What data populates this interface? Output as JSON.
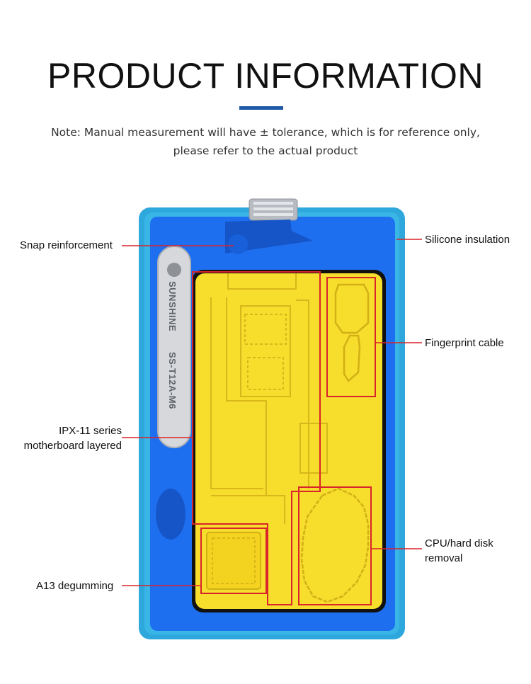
{
  "header": {
    "title": "PRODUCT INFORMATION",
    "note_line1": "Note: Manual measurement will have ± tolerance, which is for reference only,",
    "note_line2": "please refer to the actual product"
  },
  "product": {
    "brand": "SUNSHINE",
    "model": "SS-T12A-M6"
  },
  "callouts": {
    "snap_reinforcement": "Snap reinforcement",
    "silicone_insulation": "Silicone insulation",
    "fingerprint_cable": "Fingerprint cable",
    "ipx_line1": "IPX-11 series",
    "ipx_line2": "motherboard layered",
    "cpu_line1": "CPU/hard disk",
    "cpu_line2": "removal",
    "a13_degumming": "A13 degumming"
  },
  "colors": {
    "accent": "#1f5aa6",
    "callout_red": "#d8242a",
    "frame_cyan": "#2fa9de",
    "body_blue": "#1e6ff0",
    "plate_yellow": "#f7dd2c"
  }
}
